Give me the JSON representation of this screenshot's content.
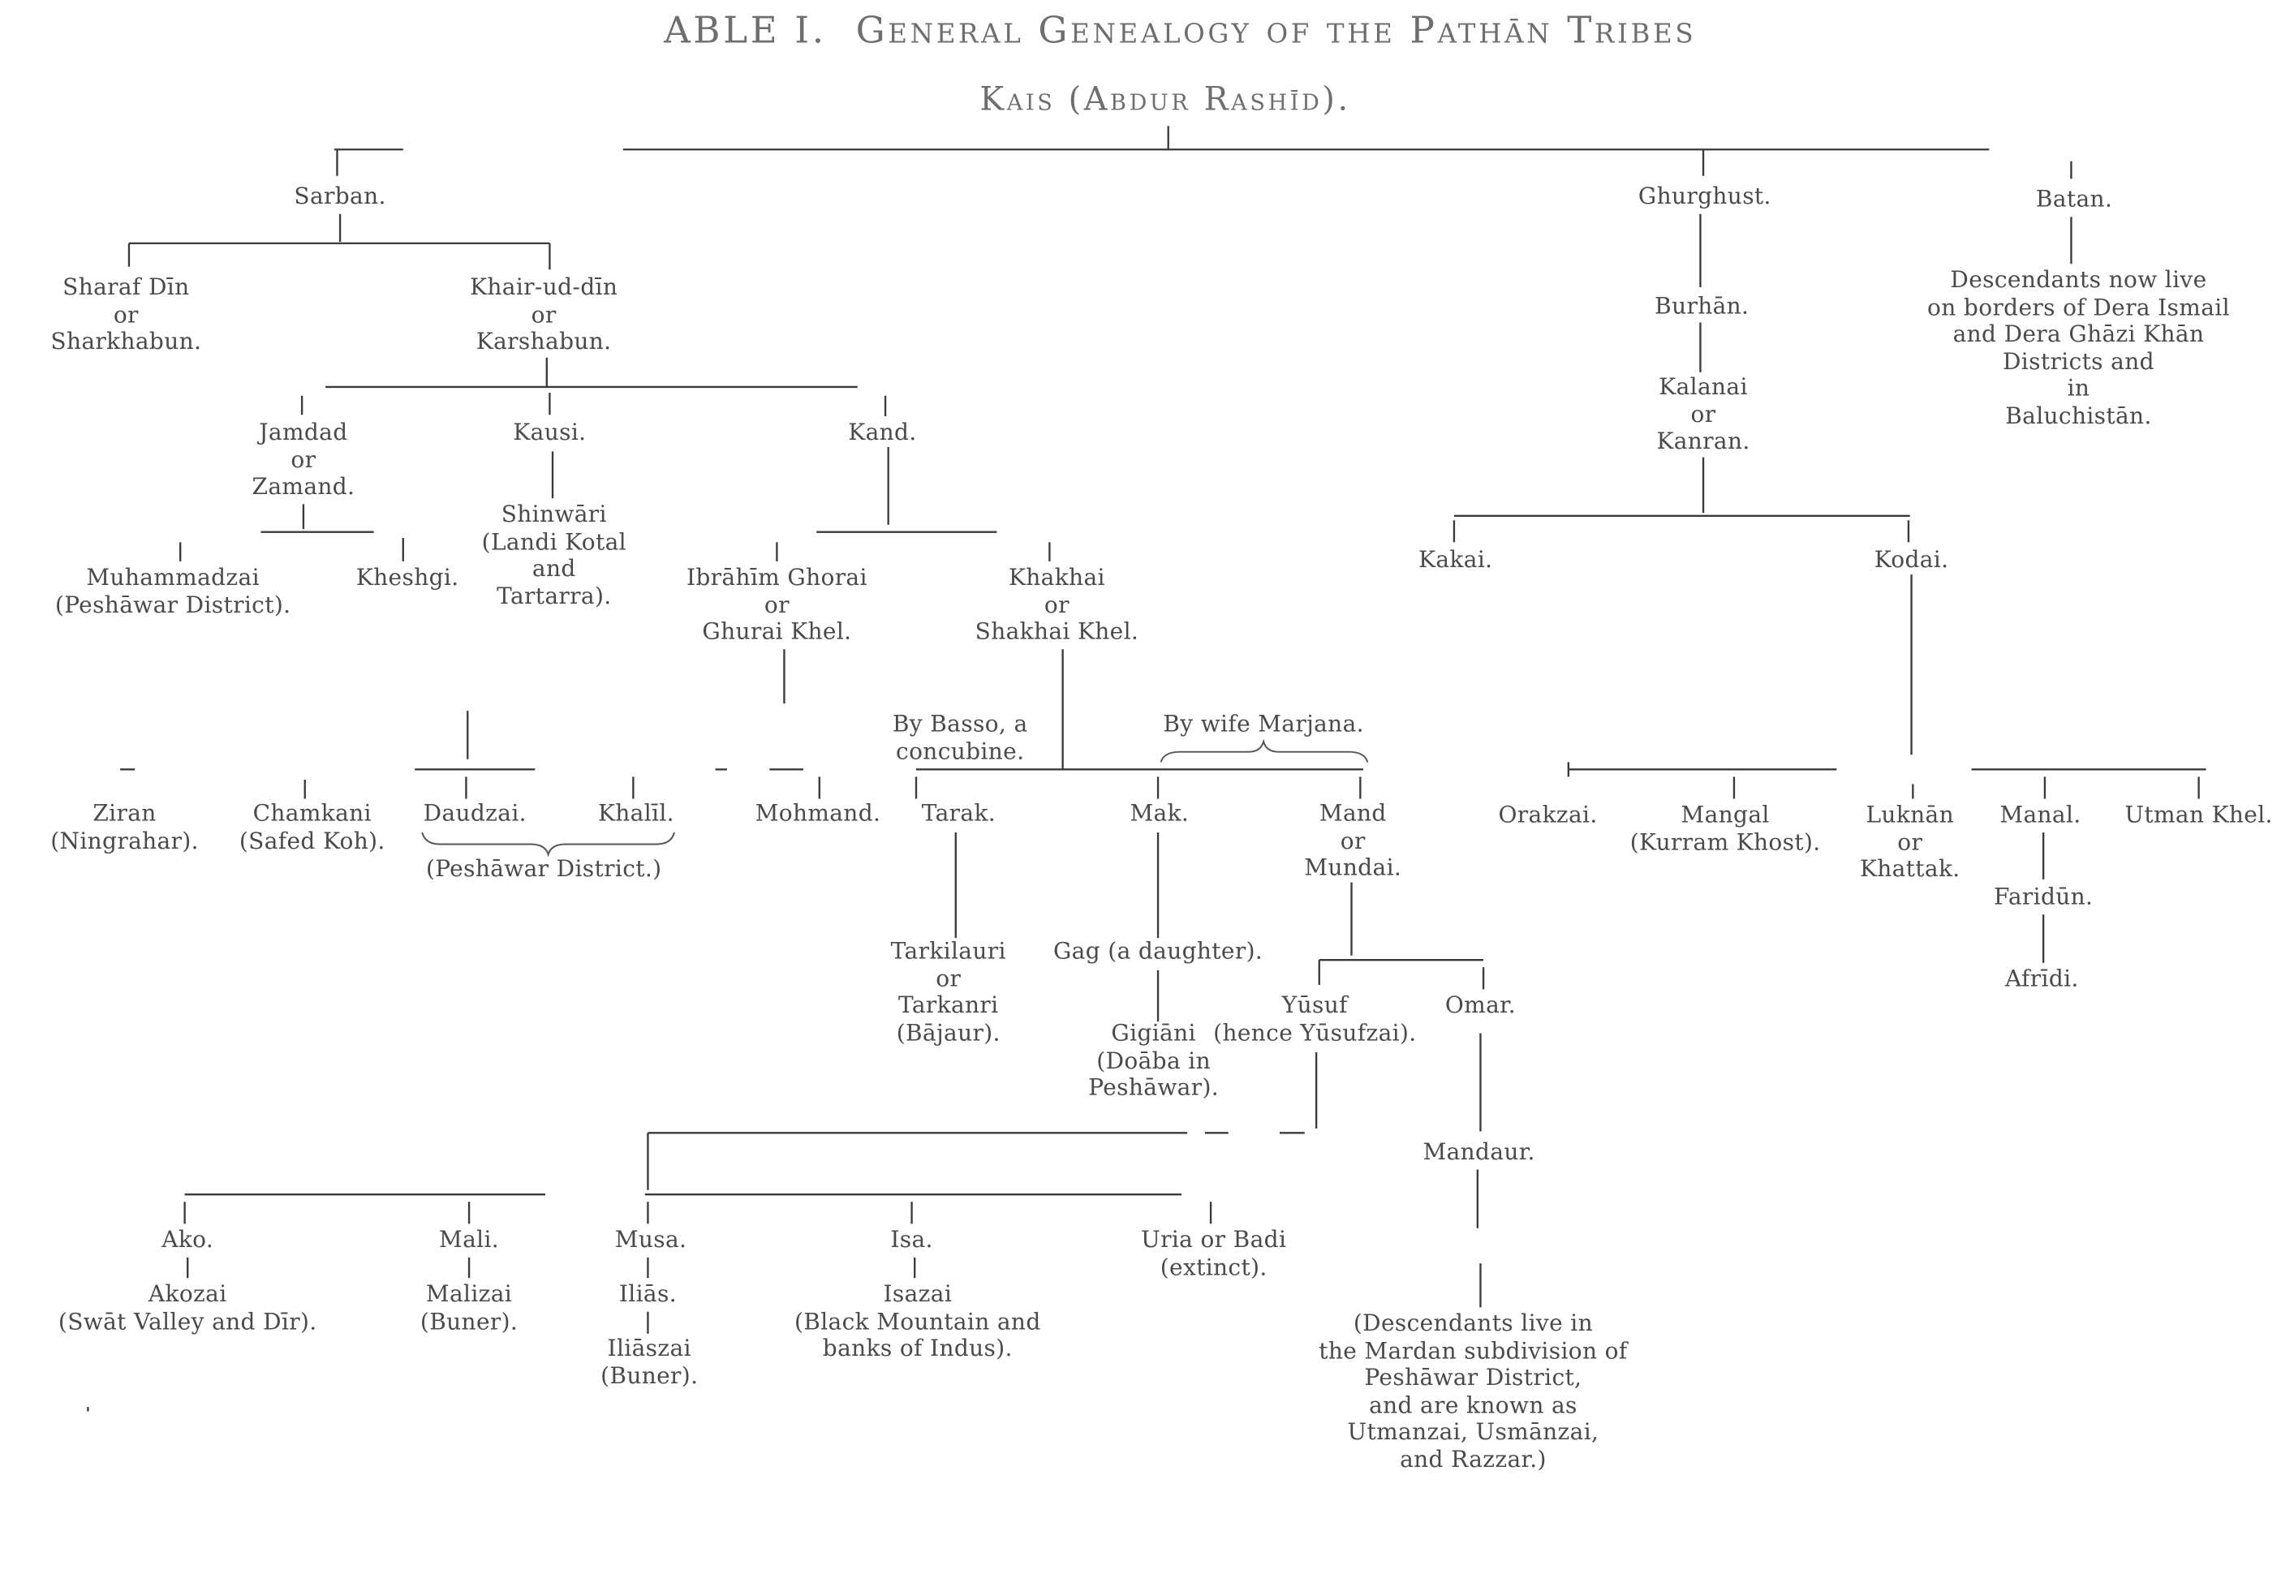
{
  "title": "ABLE I.  General Genealogy of the Pathān Tribes",
  "root": "Kais (Abdur Rashīd).",
  "nodes": {
    "sarban": "Sarban.",
    "ghurghust": "Ghurghust.",
    "batan": "Batan.",
    "batan_note": "Descendants now live\non borders of Dera Ismail\nand Dera Ghāzi Khān\nDistricts and\nin\nBaluchistān.",
    "sharaf_din": "Sharaf Dīn\nor\nSharkhabun.",
    "khair_ud_din": "Khair-ud-dīn\nor\nKarshabun.",
    "jamdad": "Jamdad\nor\nZamand.",
    "kausi": "Kausi.",
    "kand": "Kand.",
    "muhammadzai": "Muhammadzai\n(Peshāwar District).",
    "kheshgi": "Kheshgi.",
    "shinwari": "Shinwāri\n(Landi Kotal\nand\nTartarra).",
    "ibrahim": "Ibrāhīm Ghorai\nor\nGhurai Khel.",
    "khakhai": "Khakhai\nor\nShakhai Khel.",
    "ziran": "Ziran\n(Ningrahar).",
    "chamkani": "Chamkani\n(Safed Koh).",
    "daudzai": "Daudzai.",
    "khalil": "Khalīl.",
    "peshawar_district": "(Peshāwar District.)",
    "mohmand": "Mohmand.",
    "by_basso": "By Basso, a\nconcubine.",
    "by_marjana": "By wife Marjana.",
    "tarak": "Tarak.",
    "mak": "Mak.",
    "mand": "Mand\nor\nMundai.",
    "tarkilauri": "Tarkilauri\nor\nTarkanri\n(Bājaur).",
    "gag": "Gag (a daughter).",
    "gigiani": "Gigiāni\n(Doāba in\nPeshāwar).",
    "yusuf": "Yūsuf\n(hence Yūsufzai).",
    "omar": "Omar.",
    "mandaur": "Mandaur.",
    "mandaur_note": "(Descendants live in\nthe Mardan subdivision of\nPeshāwar District,\nand are known as\nUtmanzai, Usmānzai,\nand Razzar.)",
    "ako": "Ako.",
    "akozai": "Akozai\n(Swāt Valley and Dīr).",
    "mali": "Mali.",
    "malizai": "Malizai\n(Buner).",
    "musa": "Musa.",
    "ilias": "Iliās.",
    "iliaszai": "Iliāszai\n(Buner).",
    "isa": "Isa.",
    "isazai": "Isazai\n(Black Mountain and\nbanks of Indus).",
    "uria": "Uria or Badi\n(extinct).",
    "burhan": "Burhān.",
    "kalanai": "Kalanai\nor\nKanran.",
    "kakai": "Kakai.",
    "kodai": "Kodai.",
    "orakzai": "Orakzai.",
    "mangal": "Mangal\n(Kurram Khost).",
    "luknan": "Luknān\nor\nKhattak.",
    "manal": "Manal.",
    "faridun": "Faridūn.",
    "afridi": "Afrīdi.",
    "utman_khel": "Utman Khel."
  }
}
